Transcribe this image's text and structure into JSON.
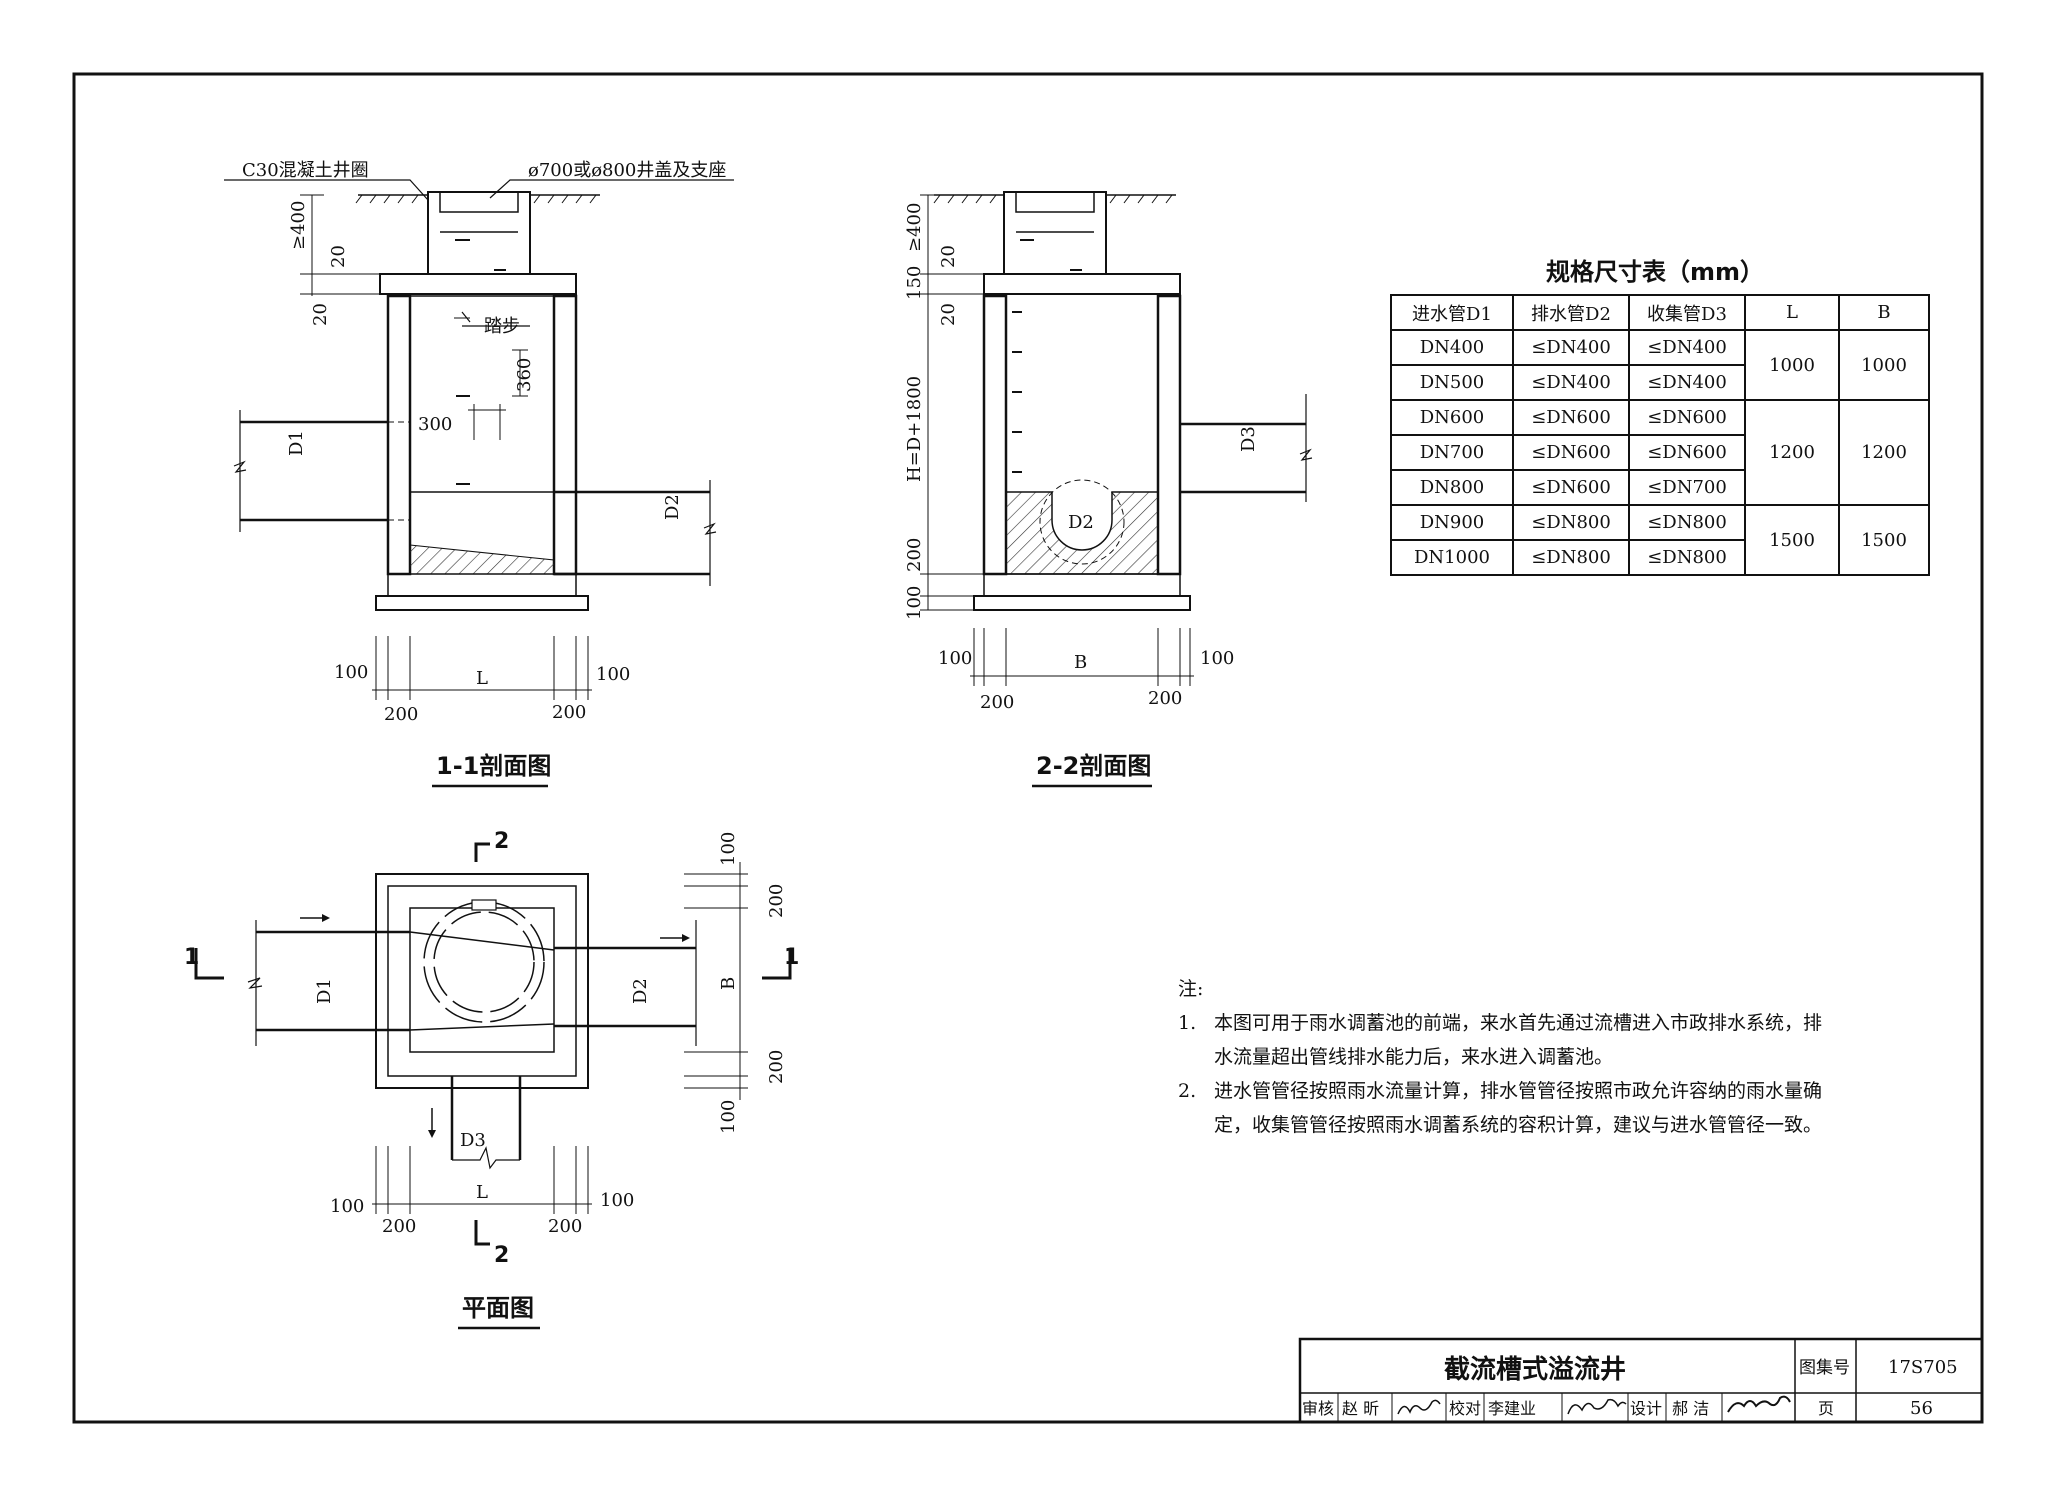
{
  "section_1_1": {
    "title": "1-1剖面图",
    "label_ring": "C30混凝土井圈",
    "label_cover": "ø700或ø800井盖及支座",
    "label_step": "踏步",
    "dims": {
      "cover_min": "≥400",
      "d20a": "20",
      "d20b": "20",
      "step_360": "360",
      "step_300": "300",
      "w100_left": "100",
      "w100_right": "100",
      "w200_left": "200",
      "w200_right": "200",
      "length": "L"
    },
    "pipe_in": "D1",
    "pipe_out": "D2"
  },
  "section_2_2": {
    "title": "2-2剖面图",
    "dims": {
      "cover_min": "≥400",
      "d150": "150",
      "d20": "20",
      "height": "H=D+1800",
      "d200": "200",
      "d100": "100",
      "w100_left": "100",
      "w100_right": "100",
      "w200_left": "200",
      "w200_right": "200",
      "width": "B"
    },
    "pipe_collect": "D3",
    "channel": "D2"
  },
  "plan": {
    "title": "平面图",
    "section_marks": {
      "top": "2",
      "bottom": "2",
      "left": "1",
      "right": "1"
    },
    "pipe_in": "D1",
    "pipe_out": "D2",
    "pipe_collect": "D3",
    "dims": {
      "d100_top": "100",
      "d200_top": "200",
      "width": "B",
      "d200_bottom": "200",
      "d100_bottom": "100",
      "w100_left": "100",
      "w100_right": "100",
      "w200_left": "200",
      "w200_right": "200",
      "length": "L"
    }
  },
  "spec_table": {
    "title": "规格尺寸表（mm）",
    "headers": [
      "进水管D1",
      "排水管D2",
      "收集管D3",
      "L",
      "B"
    ],
    "rows": [
      [
        "DN400",
        "≤DN400",
        "≤DN400"
      ],
      [
        "DN500",
        "≤DN400",
        "≤DN400"
      ],
      [
        "DN600",
        "≤DN600",
        "≤DN600"
      ],
      [
        "DN700",
        "≤DN600",
        "≤DN600"
      ],
      [
        "DN800",
        "≤DN600",
        "≤DN700"
      ],
      [
        "DN900",
        "≤DN800",
        "≤DN800"
      ],
      [
        "DN1000",
        "≤DN800",
        "≤DN800"
      ]
    ],
    "groups": [
      {
        "L": "1000",
        "B": "1000"
      },
      {
        "L": "1200",
        "B": "1200"
      },
      {
        "L": "1500",
        "B": "1500"
      }
    ]
  },
  "notes": {
    "heading": "注:",
    "items": [
      {
        "num": "1.",
        "text": "本图可用于雨水调蓄池的前端，来水首先通过流槽进入市政排水系统，排水流量超出管线排水能力后，来水进入调蓄池。"
      },
      {
        "num": "2.",
        "text": "进水管管径按照雨水流量计算，排水管管径按照市政允许容纳的雨水量确定，收集管管径按照雨水调蓄系统的容积计算，建议与进水管管径一致。"
      }
    ]
  },
  "title_block": {
    "drawing_title": "截流槽式溢流井",
    "atlas_label": "图集号",
    "atlas_no": "17S705",
    "review_label": "审核",
    "reviewer": "赵 昕",
    "check_label": "校对",
    "checker": "李建业",
    "design_label": "设计",
    "designer": "郝 洁",
    "page_label": "页",
    "page_no": "56"
  }
}
